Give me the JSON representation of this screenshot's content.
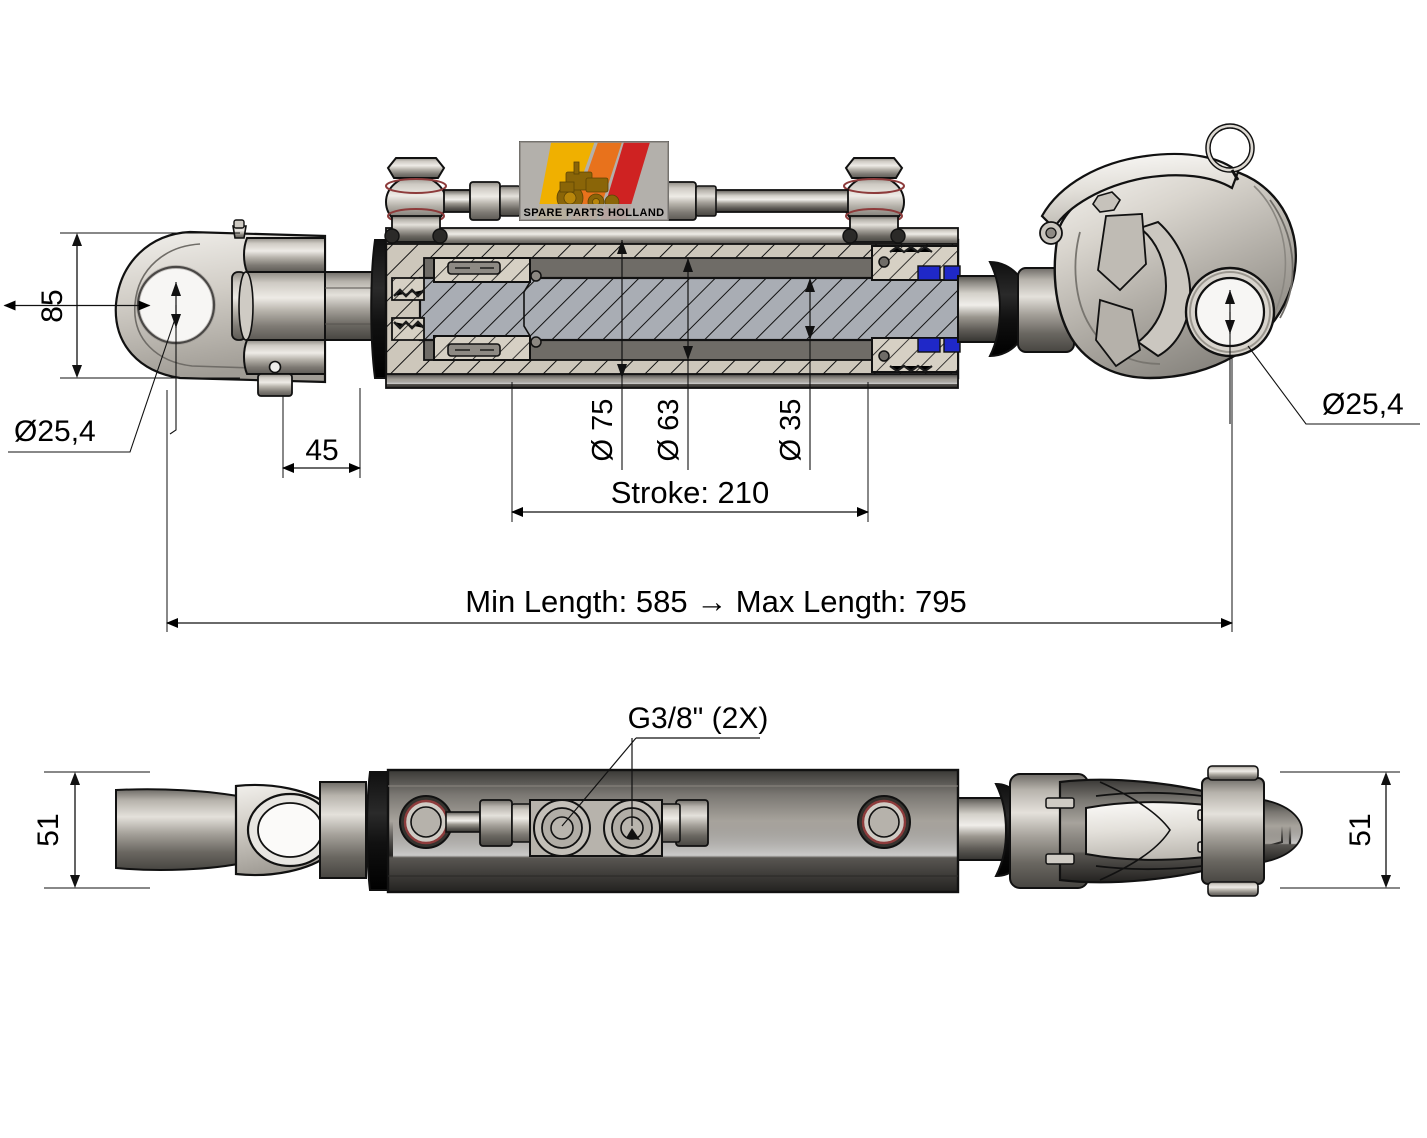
{
  "drawing": {
    "title": "Hydraulic Top Link Cylinder Technical Drawing",
    "background_color": "#ffffff",
    "line_color": "#000000",
    "metal_light": "#d8d4cc",
    "metal_mid": "#a9a49c",
    "metal_dark": "#6d6a65",
    "hatch_rod": "#a8acb2",
    "hatch_body": "#cfc9bd",
    "seal_blue": "#1f28c8",
    "seal_red": "#9e2b2b"
  },
  "logo": {
    "text": "SPARE PARTS HOLLAND",
    "background": "#b3b0ab",
    "stripe_yellow": "#f0b000",
    "stripe_orange": "#e8721c",
    "stripe_red": "#cf2222",
    "tractor_color": "#b8860b"
  },
  "dimensions": {
    "left_height": {
      "label": "85",
      "name": "left-eye-height"
    },
    "left_bore": {
      "label": "Ø25,4",
      "name": "left-pin-bore-diameter"
    },
    "right_bore": {
      "label": "Ø25,4",
      "name": "right-hook-bore-diameter"
    },
    "clevis_offset": {
      "label": "45",
      "name": "clevis-pin-offset"
    },
    "bore_75": {
      "label": "Ø 75",
      "name": "outer-tube-diameter"
    },
    "bore_63": {
      "label": "Ø 63",
      "name": "cylinder-bore-diameter"
    },
    "rod_35": {
      "label": "Ø 35",
      "name": "piston-rod-diameter"
    },
    "stroke": {
      "label": "Stroke:",
      "value": "210",
      "full": "Stroke:  210",
      "name": "stroke-dimension"
    },
    "overall": {
      "min_label": "Min Length:",
      "min_value": "585",
      "arrow": "→",
      "max_label": "Max Length:",
      "max_value": "795",
      "full": "Min Length: 585   →   Max Length: 795",
      "name": "overall-length-dimension"
    },
    "port_thread": {
      "label": "G3/8\" (2X)",
      "name": "hydraulic-port-thread-callout"
    },
    "bottom_left_width": {
      "label": "51",
      "name": "bottom-left-width"
    },
    "bottom_right_width": {
      "label": "51",
      "name": "bottom-right-width"
    }
  },
  "views": {
    "top": {
      "name": "sectional-side-view",
      "description": "Cross-sectional side view of hydraulic top link with clevis end, cylinder body, hydraulic block and quick-hitch hook end"
    },
    "bottom": {
      "name": "plan-view",
      "description": "Plan view of the same hydraulic top link assembly"
    }
  }
}
